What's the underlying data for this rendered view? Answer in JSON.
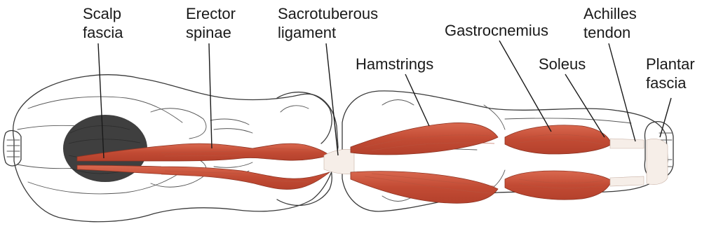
{
  "labels": {
    "scalp_fascia": [
      "Scalp",
      "fascia"
    ],
    "erector_spinae": [
      "Erector",
      "spinae"
    ],
    "sacrotuberous_ligament": [
      "Sacrotuberous",
      "ligament"
    ],
    "hamstrings": [
      "Hamstrings"
    ],
    "gastrocnemius": [
      "Gastrocnemius"
    ],
    "soleus": [
      "Soleus"
    ],
    "achilles_tendon": [
      "Achilles",
      "tendon"
    ],
    "plantar_fascia": [
      "Plantar",
      "fascia"
    ]
  },
  "colors": {
    "muscle": "#c9553f",
    "muscle_highlight": "#e27a64",
    "tendon": "#f6eee8",
    "outline": "#3a3a3a",
    "hair": "#3f3f3f"
  }
}
